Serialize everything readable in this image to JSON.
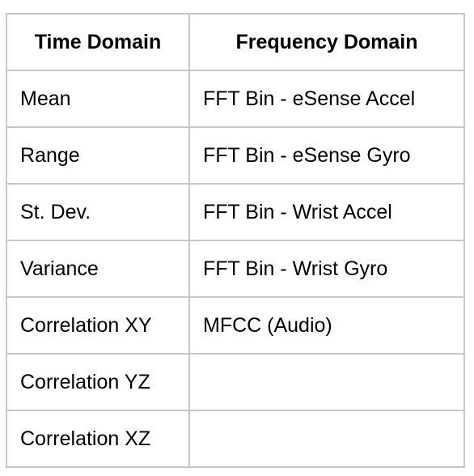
{
  "table": {
    "headers": [
      "Time Domain",
      "Frequency Domain"
    ],
    "rows": [
      [
        "Mean",
        "FFT Bin - eSense Accel"
      ],
      [
        "Range",
        "FFT Bin - eSense Gyro"
      ],
      [
        "St. Dev.",
        "FFT Bin - Wrist Accel"
      ],
      [
        "Variance",
        "FFT Bin - Wrist Gyro"
      ],
      [
        "Correlation XY",
        "MFCC (Audio)"
      ],
      [
        "Correlation YZ",
        ""
      ],
      [
        "Correlation XZ",
        ""
      ]
    ]
  },
  "colors": {
    "border": "#c8c8c8",
    "text": "#000000",
    "background": "#ffffff"
  }
}
